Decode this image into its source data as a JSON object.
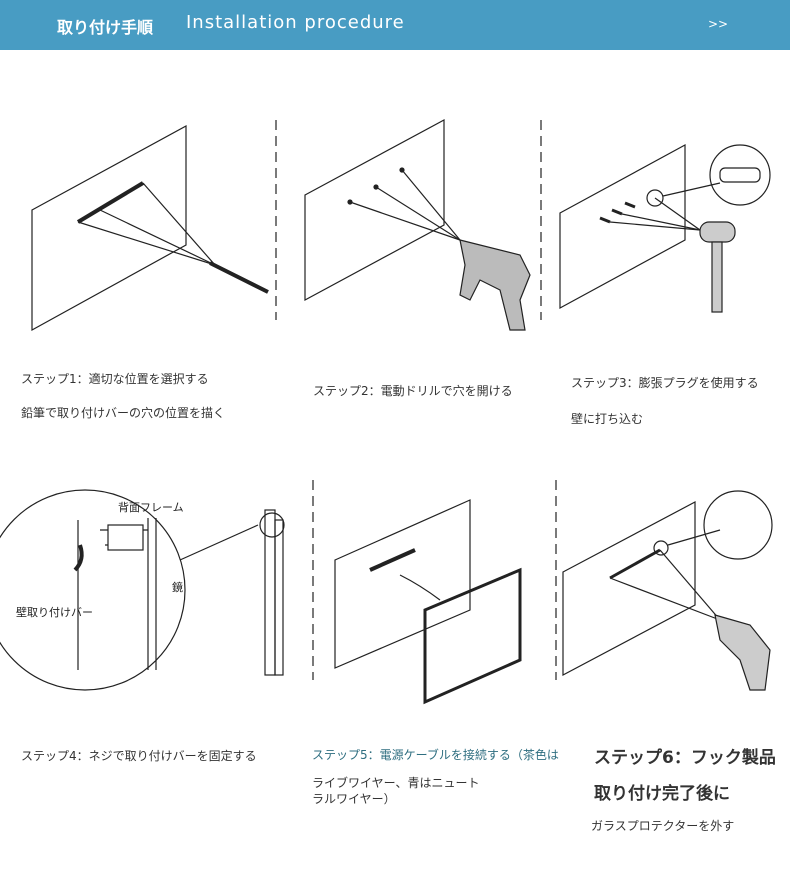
{
  "header": {
    "title_jp": "取り付け手順",
    "title_en": "Installation procedure",
    "more": ">>"
  },
  "steps": [
    {
      "title": "ステップ1：適切な位置を選択する",
      "desc": "鉛筆で取り付けバーの穴の位置を描く"
    },
    {
      "title": "ステップ2：電動ドリルで穴を開ける"
    },
    {
      "title": "ステップ3：膨張プラグを使用する",
      "desc": "壁に打ち込む"
    },
    {
      "title": "ステップ4：ネジで取り付けバーを固定する",
      "labels": {
        "frame": "背面フレーム",
        "mirror": "鏡",
        "bar": "壁取り付けバー"
      }
    },
    {
      "title": "ステップ5：電源ケーブルを接続する（茶色は",
      "desc1": "ライブワイヤー、青はニュート",
      "desc2": "ラルワイヤー）"
    },
    {
      "title1": "ステップ6：フック製品",
      "title2": "取り付け完了後に",
      "desc": "ガラスプロテクターを外す"
    }
  ]
}
